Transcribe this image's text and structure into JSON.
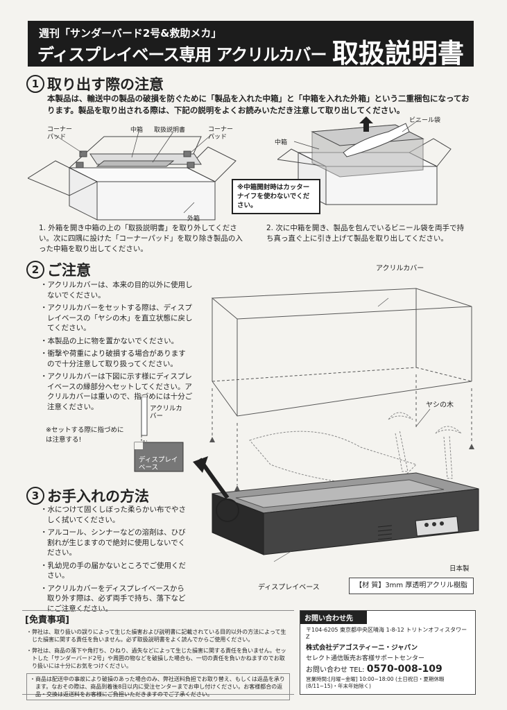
{
  "header": {
    "magazine": "週刊「サンダーバード2号&救助メカ」",
    "subtitle": "ディスプレイベース専用 アクリルカバー",
    "title": "取扱説明書"
  },
  "section1": {
    "number": "1",
    "title": "取り出す際の注意",
    "intro": "本製品は、輸送中の製品の破損を防ぐために「製品を入れた中箱」と「中箱を入れた外箱」という二重梱包になっております。製品を取り出される際は、下記の説明をよくお読みいただき注意して取り出してください。",
    "labels": {
      "corner_pad_left": "コーナーパッド",
      "inner_box": "中箱",
      "manual": "取扱説明書",
      "corner_pad_right": "コーナーパッド",
      "outer_box": "外箱",
      "inner_box_right": "中箱",
      "vinyl_bag": "ビニール袋"
    },
    "cutter_note": "※中箱開封時はカッターナイフを使わないでください。",
    "step1": "1. 外箱を開き中箱の上の「取扱説明書」を取り外してください。次に四隅に設けた「コーナーパッド」を取り除き製品の入った中箱を取り出してください。",
    "step2": "2. 次に中箱を開き、製品を包んでいるビニール袋を両手で持ち真っ直ぐ上に引き上げて製品を取り出してください。"
  },
  "section2": {
    "number": "2",
    "title": "ご注意",
    "bullets": [
      "・アクリルカバーは、本来の目的以外に使用しないでください。",
      "・アクリルカバーをセットする際は、ディスプレイベースの「ヤシの木」を直立状態に戻してください。",
      "・本製品の上に物を置かないでください。",
      "・衝撃や荷重により破損する場合がありますので十分注意して取り扱ってください。",
      "・アクリルカバーは下図に示す様にディスプレイベースの縁部分へセットしてください。アクリルカバーは重いので、指づめには十分ご注意ください。"
    ],
    "detail_acrylic": "アクリルカバー",
    "detail_base": "ディスプレイベース",
    "finger_note": "※セットする際に指づめには注意する!",
    "label_acrylic_cover": "アクリルカバー",
    "label_palm": "ヤシの木",
    "label_display_base": "ディスプレイベース",
    "made_in": "日本製"
  },
  "section3": {
    "number": "3",
    "title": "お手入れの方法",
    "bullets": [
      "・水につけて固くしぼった柔らかい布でやさしく拭いてください。",
      "・アルコール、シンナーなどの溶剤は、ひび割れが生じますので絶対に使用しないでください。",
      "・乳幼児の手の届かないところでご使用ください。",
      "・アクリルカバーをディスプレイベースから取り外す際は、必ず両手で持ち、落下などにご注意ください。"
    ]
  },
  "material": "【材 質】3mm 厚透明アクリル樹脂",
  "disclaimer": {
    "title": "[免責事項]",
    "items": [
      "・弊社は、取り扱いの誤りによって生じた損害および説明書に記載されている目的以外の方法によって生じた損害に関する責任を負いません。必ず取扱説明書をよく読んでからご使用ください。",
      "・弊社は、商品の落下や角打ち、ひねり、過失などによって生じた損害に関する責任を負いません。セットした「サンダーバード2号」や周囲の物などを破損した場合も、一切の責任を負いかねますのでお取り扱いには十分にお気をつけください。",
      "・商品は配送中の事故により破損のあった場合のみ、弊社送料負担でお取り替え、もしくは返品を承ります。なおその際は、商品到着後8日以内に受注センターまでお申し付けください。お客様都合の返品・交換は返送料をお客様にご負担いただきますのでご了承ください。"
    ]
  },
  "contact": {
    "title": "お問い合わせ先",
    "address": "〒104-6205 東京都中央区晴海 1-8-12 トリトンオフィスタワー Z",
    "company": "株式会社デアゴスティーニ・ジャパン",
    "center": "セレクト通信販売お客様サポートセンター",
    "tel_label": "お問い合わせ TEL:",
    "tel": "0570-008-109",
    "hours": "営業時間:[月曜~金曜] 10:00~18:00 (土日祝日・夏期休暇(8/11~15)・年末年始除く)"
  }
}
